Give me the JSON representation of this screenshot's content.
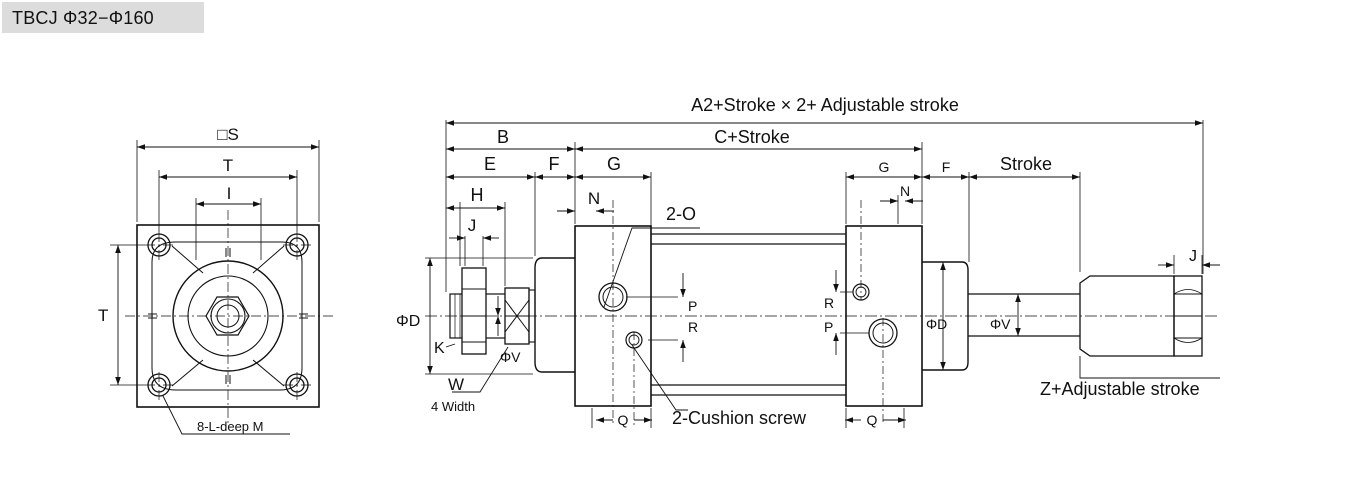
{
  "title": "TBCJ Φ32−Φ160",
  "end_view": {
    "square": "□S",
    "t_top": "T",
    "i_dim": "I",
    "t_side": "T",
    "holes_note": "8-L-deep M"
  },
  "side_view": {
    "overall": "A2+Stroke × 2+ Adjustable stroke",
    "b": "B",
    "c_stroke": "C+Stroke",
    "e": "E",
    "f_left": "F",
    "g_left": "G",
    "g_right": "G",
    "f_right": "F",
    "stroke": "Stroke",
    "h": "H",
    "j_left": "J",
    "j_right": "J",
    "n_left": "N",
    "n_right": "N",
    "two_o": "2-O",
    "phi_d_left": "ΦD",
    "phi_d_right": "ΦD",
    "phi_v_left": "ΦV",
    "phi_v_right": "ΦV",
    "k": "K",
    "w": "W",
    "four_width": "4 Width",
    "p_left": "P",
    "r_left": "R",
    "r_right": "R",
    "p_right": "P",
    "q_left": "Q",
    "q_right": "Q",
    "cushion": "2-Cushion screw",
    "z_adjust": "Z+Adjustable stroke"
  }
}
